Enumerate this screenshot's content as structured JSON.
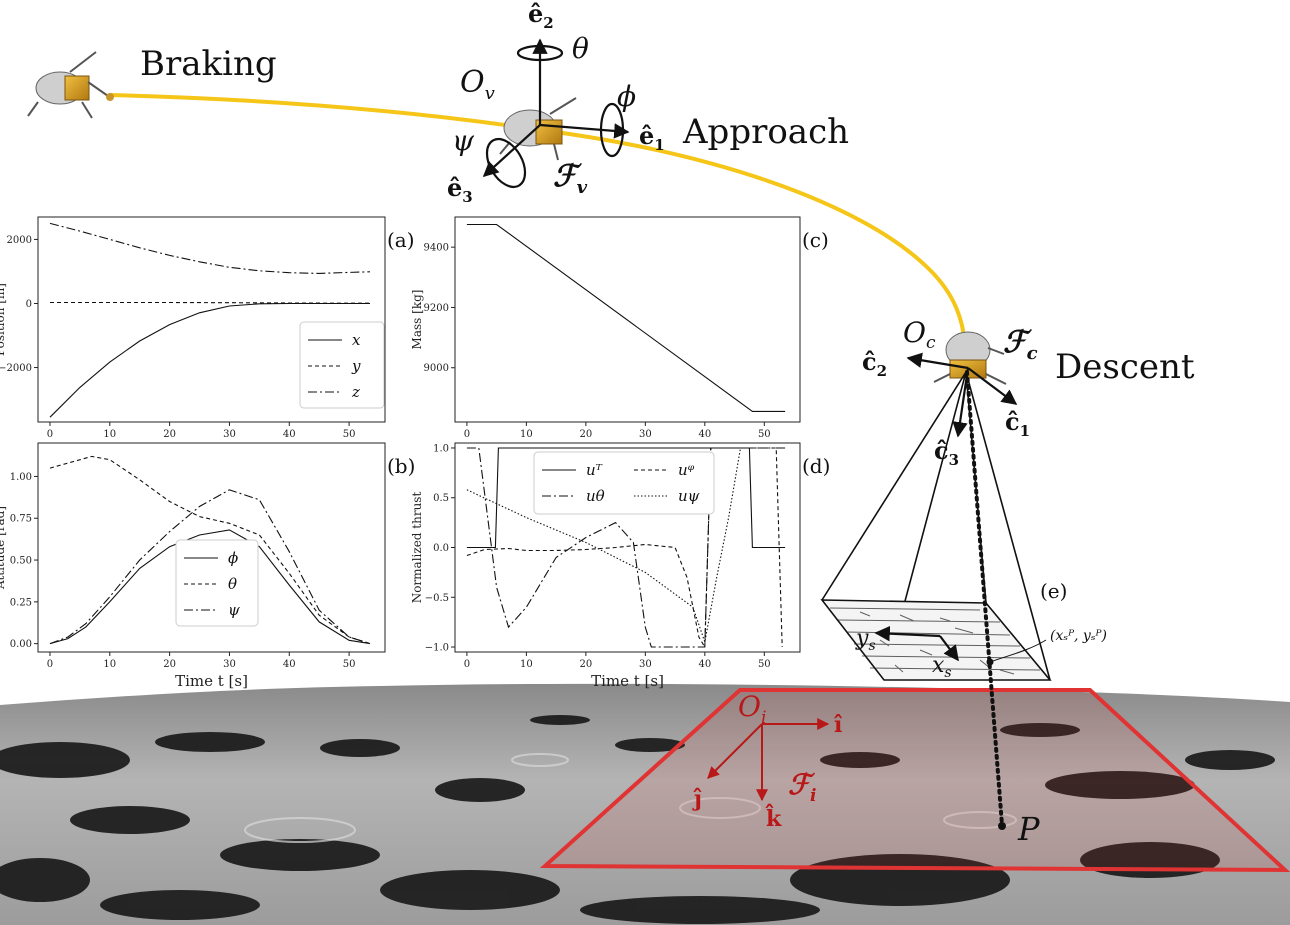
{
  "phases": {
    "braking": "Braking",
    "approach": "Approach",
    "descent": "Descent"
  },
  "frames": {
    "vehicle": {
      "origin": "O",
      "origin_sub": "v",
      "frame": "ℱ",
      "frame_sub": "v",
      "axis1": "ê",
      "axis1_sub": "1",
      "axis2": "ê",
      "axis2_sub": "2",
      "axis3": "ê",
      "axis3_sub": "3",
      "rot_theta": "θ",
      "rot_phi": "ϕ",
      "rot_psi": "ψ"
    },
    "camera": {
      "origin": "O",
      "origin_sub": "c",
      "frame": "ℱ",
      "frame_sub": "c",
      "axis1": "ĉ",
      "axis1_sub": "1",
      "axis2": "ĉ",
      "axis2_sub": "2",
      "axis3": "ĉ",
      "axis3_sub": "3"
    },
    "inertial": {
      "origin": "O",
      "origin_sub": "i",
      "frame": "ℱ",
      "frame_sub": "i",
      "axis_i": "î",
      "axis_j": "ĵ",
      "axis_k": "k̂"
    },
    "image": {
      "xs": "x",
      "xs_sub": "s",
      "ys": "y",
      "ys_sub": "s",
      "point_label": "(xₛᴾ, yₛᴾ)",
      "target": "P"
    }
  },
  "panel_e": {
    "tag": "(e)"
  },
  "colors": {
    "trajectory": "#f5c518",
    "inertial_frame": "#e03434",
    "inertial_text": "#b81818"
  },
  "chart_data": [
    {
      "tag": "(a)",
      "type": "line",
      "ylabel": "Position [m]",
      "xlabel": "",
      "xlim": [
        -2,
        56
      ],
      "ylim": [
        -3700,
        2700
      ],
      "xticks": [
        0,
        10,
        20,
        30,
        40,
        50
      ],
      "yticks": [
        -2000,
        0,
        2000
      ],
      "ytick_labels": [
        "−2000",
        "0",
        "2000"
      ],
      "legend": "lower-right",
      "series": [
        {
          "name": "x",
          "dash": "",
          "x": [
            0,
            5,
            10,
            15,
            20,
            25,
            30,
            35,
            40,
            45,
            50,
            53.5
          ],
          "y": [
            -3550,
            -2620,
            -1830,
            -1170,
            -660,
            -290,
            -80,
            -10,
            0,
            0,
            0,
            0
          ]
        },
        {
          "name": "y",
          "dash": "4,3",
          "x": [
            0,
            10,
            20,
            30,
            40,
            50,
            53.5
          ],
          "y": [
            30,
            30,
            30,
            25,
            15,
            10,
            10
          ]
        },
        {
          "name": "z",
          "dash": "9,3,2,3",
          "x": [
            0,
            5,
            10,
            15,
            20,
            25,
            30,
            35,
            40,
            45,
            50,
            53.5
          ],
          "y": [
            2500,
            2260,
            2000,
            1740,
            1500,
            1300,
            1130,
            1020,
            960,
            940,
            970,
            990
          ]
        }
      ]
    },
    {
      "tag": "(b)",
      "type": "line",
      "ylabel": "Attitude [rad]",
      "xlabel": "Time t [s]",
      "xlim": [
        -2,
        56
      ],
      "ylim": [
        -0.05,
        1.2
      ],
      "xticks": [
        0,
        10,
        20,
        30,
        40,
        50
      ],
      "yticks": [
        0.0,
        0.25,
        0.5,
        0.75,
        1.0
      ],
      "ytick_labels": [
        "0.00",
        "0.25",
        "0.50",
        "0.75",
        "1.00"
      ],
      "legend": "lower-center",
      "series": [
        {
          "name": "ϕ",
          "dash": "",
          "x": [
            0,
            3,
            6,
            10,
            15,
            20,
            25,
            30,
            35,
            40,
            45,
            50,
            53.5
          ],
          "y": [
            0.0,
            0.03,
            0.1,
            0.25,
            0.45,
            0.58,
            0.65,
            0.68,
            0.58,
            0.35,
            0.13,
            0.02,
            0.0
          ]
        },
        {
          "name": "θ",
          "dash": "4,3",
          "x": [
            0,
            3,
            7,
            10,
            15,
            20,
            25,
            30,
            35,
            40,
            45,
            50,
            53.5
          ],
          "y": [
            1.05,
            1.08,
            1.12,
            1.1,
            0.98,
            0.85,
            0.76,
            0.72,
            0.65,
            0.42,
            0.17,
            0.04,
            0.0
          ]
        },
        {
          "name": "ψ",
          "dash": "9,3,2,3",
          "x": [
            0,
            3,
            6,
            10,
            15,
            20,
            25,
            30,
            35,
            40,
            45,
            50,
            53.5
          ],
          "y": [
            0.0,
            0.04,
            0.12,
            0.28,
            0.5,
            0.67,
            0.82,
            0.92,
            0.86,
            0.55,
            0.2,
            0.04,
            0.0
          ]
        }
      ]
    },
    {
      "tag": "(c)",
      "type": "line",
      "ylabel": "Mass [kg]",
      "xlabel": "",
      "xlim": [
        -2,
        56
      ],
      "ylim": [
        8820,
        9500
      ],
      "xticks": [
        0,
        10,
        20,
        30,
        40,
        50
      ],
      "yticks": [
        9000,
        9200,
        9400
      ],
      "ytick_labels": [
        "9000",
        "9200",
        "9400"
      ],
      "series": [
        {
          "name": "",
          "dash": "",
          "x": [
            0,
            5,
            48,
            53.5
          ],
          "y": [
            9475,
            9475,
            8855,
            8855
          ]
        }
      ]
    },
    {
      "tag": "(d)",
      "type": "line",
      "ylabel": "Normalized thrust",
      "xlabel": "Time t [s]",
      "xlim": [
        -2,
        56
      ],
      "ylim": [
        -1.05,
        1.05
      ],
      "xticks": [
        0,
        10,
        20,
        30,
        40,
        50
      ],
      "yticks": [
        -1.0,
        -0.5,
        0.0,
        0.5,
        1.0
      ],
      "ytick_labels": [
        "−1.0",
        "−0.5",
        "0.0",
        "0.5",
        "1.0"
      ],
      "legend": "top-center",
      "series": [
        {
          "name": "uᵀ",
          "dash": "",
          "x": [
            0,
            4.8,
            5.3,
            47.5,
            48,
            53.5
          ],
          "y": [
            0,
            0,
            1,
            1,
            0,
            0
          ]
        },
        {
          "name": "uᵠ",
          "dash": "4,3",
          "x": [
            0,
            3,
            7,
            10,
            15,
            20,
            25,
            30,
            35,
            37,
            39,
            40,
            41,
            52,
            53
          ],
          "y": [
            -0.08,
            -0.02,
            -0.01,
            -0.03,
            -0.03,
            -0.02,
            0.0,
            0.03,
            0.0,
            -0.3,
            -0.9,
            -1.0,
            1,
            1,
            -1
          ]
        },
        {
          "name": "uθ",
          "dash": "9,3,2,3",
          "x": [
            0,
            2,
            5,
            7,
            10,
            15,
            20,
            25,
            28,
            30,
            31,
            40,
            41,
            53.5
          ],
          "y": [
            1,
            1,
            -0.4,
            -0.8,
            -0.6,
            -0.1,
            0.1,
            0.25,
            0.05,
            -0.8,
            -1,
            -1,
            1,
            1
          ]
        },
        {
          "name": "uψ",
          "dash": "1.5,2",
          "x": [
            0,
            10,
            20,
            30,
            38,
            40,
            42,
            44,
            46,
            53.5
          ],
          "y": [
            0.58,
            0.3,
            0.05,
            -0.25,
            -0.6,
            -0.95,
            -0.3,
            0.3,
            1,
            1
          ]
        }
      ]
    }
  ]
}
